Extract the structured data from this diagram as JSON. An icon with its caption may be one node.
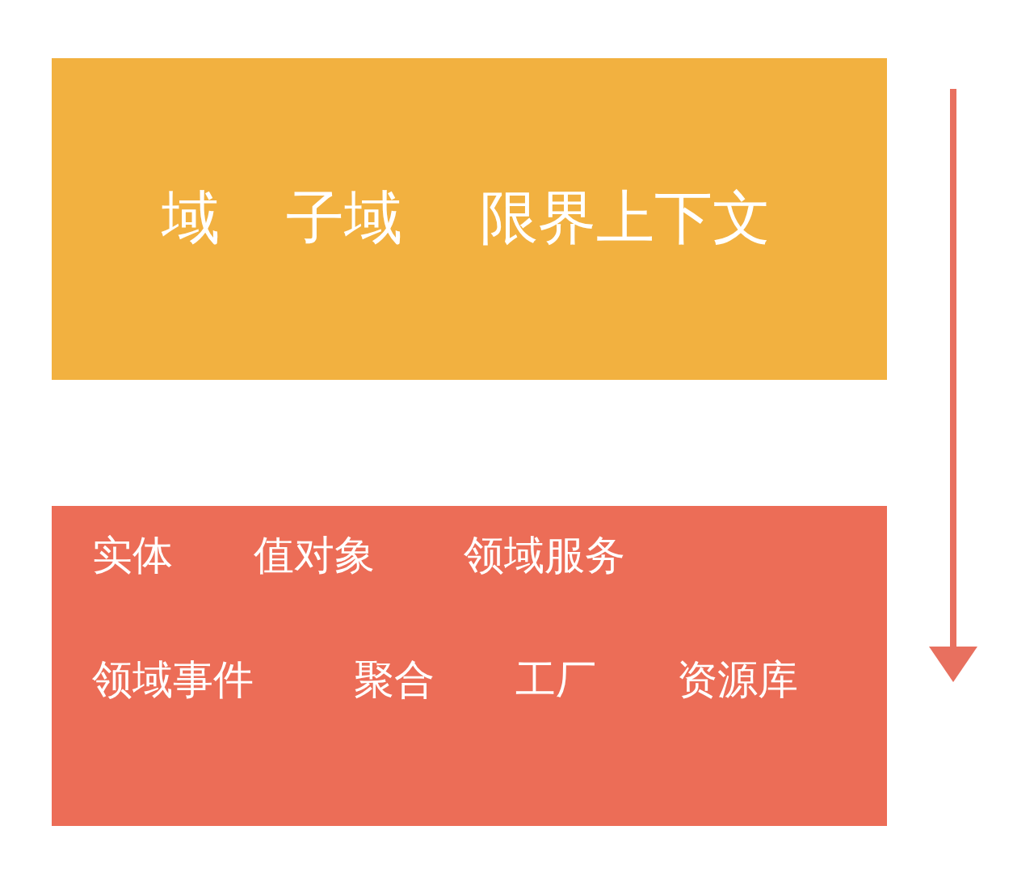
{
  "diagram": {
    "nodes": [
      {
        "text": [
          "域",
          "子域",
          "限界上下文"
        ]
      },
      {
        "text": [
          "实体",
          "值对象",
          "领域服务",
          "领域事件",
          "聚合",
          "工厂",
          "资源库"
        ]
      }
    ]
  }
}
